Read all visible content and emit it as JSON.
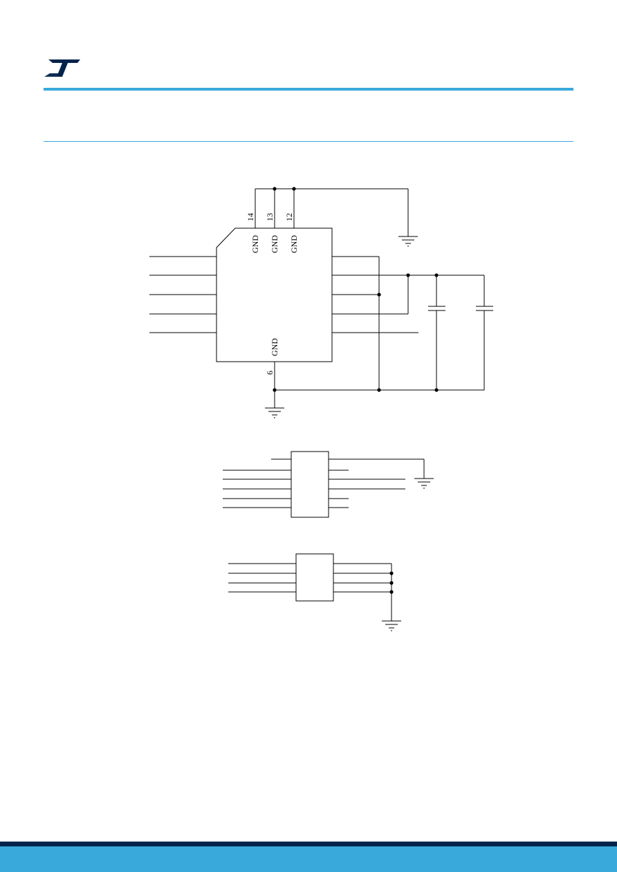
{
  "colors": {
    "brand": "#03234b",
    "accent": "#39a9dc",
    "line": "#000000",
    "paper": "#ffffff"
  },
  "header": {
    "logo_icon": "st-logo-icon"
  },
  "schematic_top": {
    "pins_top": [
      {
        "number": "14",
        "label": "GND"
      },
      {
        "number": "13",
        "label": "GND"
      },
      {
        "number": "12",
        "label": "GND"
      }
    ],
    "pin_bottom": {
      "number": "6",
      "label": "GND"
    }
  }
}
